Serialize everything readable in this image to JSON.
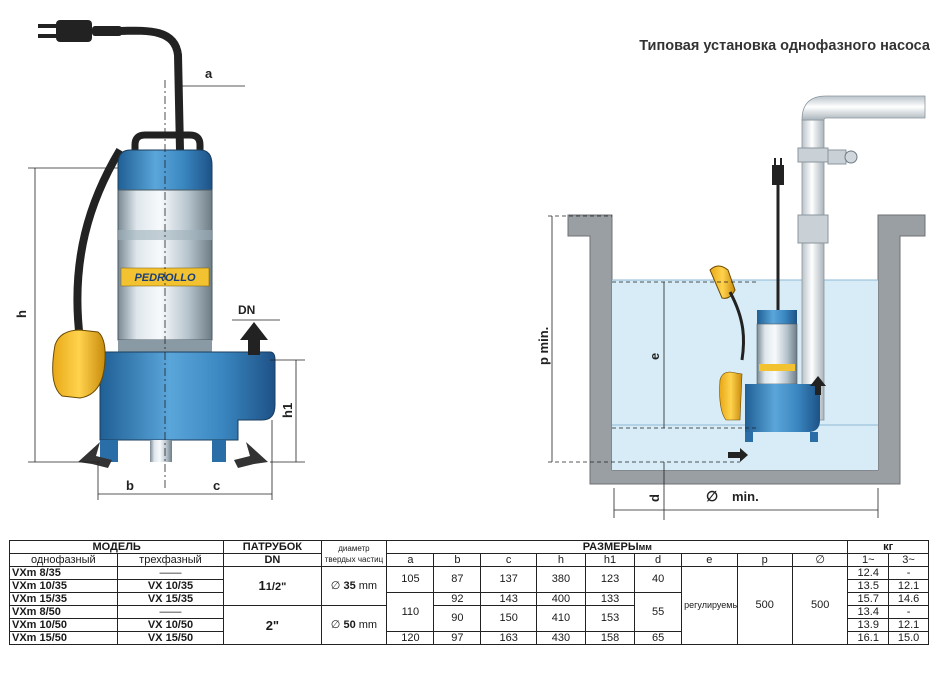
{
  "figure": {
    "title": "Типовая установка однофазного насоса",
    "brand": "PEDROLLO",
    "pump_dims": {
      "a": "a",
      "h": "h",
      "h1": "h1",
      "b": "b",
      "c": "c",
      "dn": "DN"
    },
    "install_dims": {
      "p_min": "p min.",
      "e": "e",
      "d": "d",
      "diam_min": "min.",
      "diam_symbol": "∅"
    }
  },
  "table": {
    "model_header": "МОДЕЛЬ",
    "single_phase": "однофазный",
    "three_phase": "трехфазный",
    "outlet_header": "ПАТРУБОК",
    "outlet_sub": "DN",
    "particle_header": "диаметр твердых частиц",
    "dims_header": "РАЗМЕРЫ",
    "dims_unit": "мм",
    "weight_header": "кг",
    "col_labels": [
      "a",
      "b",
      "c",
      "h",
      "h1",
      "d",
      "e",
      "p",
      "∅"
    ],
    "weight_cols": [
      "1~",
      "3~"
    ],
    "rows": [
      {
        "m1": "VXm 8/35",
        "m3": "——",
        "b": "",
        "c": "",
        "h": "",
        "h1": "",
        "w1": "12.4",
        "w3": "-"
      },
      {
        "m1": "VXm 10/35",
        "m3": "VX 10/35",
        "b": "",
        "c": "",
        "h": "",
        "h1": "",
        "w1": "13.5",
        "w3": "12.1"
      },
      {
        "m1": "VXm 15/35",
        "m3": "VX 15/35",
        "b": "92",
        "c": "143",
        "h": "400",
        "h1": "133",
        "w1": "15.7",
        "w3": "14.6"
      },
      {
        "m1": "VXm 8/50",
        "m3": "——",
        "b": "",
        "c": "",
        "h": "",
        "h1": "",
        "w1": "13.4",
        "w3": "-"
      },
      {
        "m1": "VXm 10/50",
        "m3": "VX 10/50",
        "b": "",
        "c": "",
        "h": "",
        "h1": "",
        "w1": "13.9",
        "w3": "12.1"
      },
      {
        "m1": "VXm 15/50",
        "m3": "VX 15/50",
        "a": "120",
        "b": "97",
        "c": "163",
        "h": "430",
        "h1": "158",
        "d": "65",
        "w1": "16.1",
        "w3": "15.0"
      }
    ],
    "group1": {
      "dn_main": "1",
      "dn_frac": "1/2",
      "dn_suffix": "\"",
      "particle_sym": "∅",
      "particle_val": "35",
      "particle_unit": "mm",
      "a": "105",
      "b": "87",
      "c": "137",
      "h": "380",
      "h1": "123",
      "d": "40"
    },
    "group2": {
      "dn": "2\"",
      "particle_sym": "∅",
      "particle_val": "50",
      "particle_unit": "mm",
      "a": "110",
      "b": "90",
      "c": "150",
      "h": "410",
      "h1": "153"
    },
    "d_shared": "55",
    "e_value": "регулируемый",
    "p_value": "500",
    "diam_value": "500"
  }
}
